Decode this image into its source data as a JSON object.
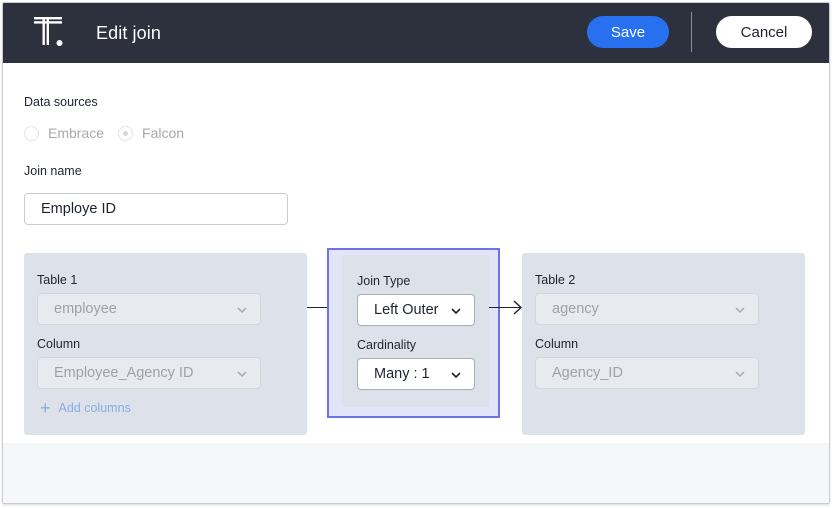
{
  "header": {
    "title": "Edit join",
    "save_label": "Save",
    "cancel_label": "Cancel"
  },
  "data_sources": {
    "label": "Data sources",
    "options": [
      {
        "label": "Embrace",
        "selected": false
      },
      {
        "label": "Falcon",
        "selected": true
      }
    ]
  },
  "join_name": {
    "label": "Join name",
    "value": "Employe ID"
  },
  "table1": {
    "label": "Table 1",
    "table_value": "employee",
    "column_label": "Column",
    "column_value": "Employee_Agency ID",
    "add_columns_label": "Add columns"
  },
  "join": {
    "type_label": "Join Type",
    "type_value": "Left Outer",
    "cardinality_label": "Cardinality",
    "cardinality_value": "Many : 1"
  },
  "table2": {
    "label": "Table 2",
    "table_value": "agency",
    "column_label": "Column",
    "column_value": "Agency_ID"
  },
  "colors": {
    "header_bg": "#2d303d",
    "primary": "#2770ef",
    "panel_bg": "#dde1e9",
    "highlight_border": "#6d73e6"
  },
  "icons": [
    "thoughtspot-logo-icon",
    "chevron-down-icon",
    "plus-icon",
    "arrow-right-icon"
  ]
}
